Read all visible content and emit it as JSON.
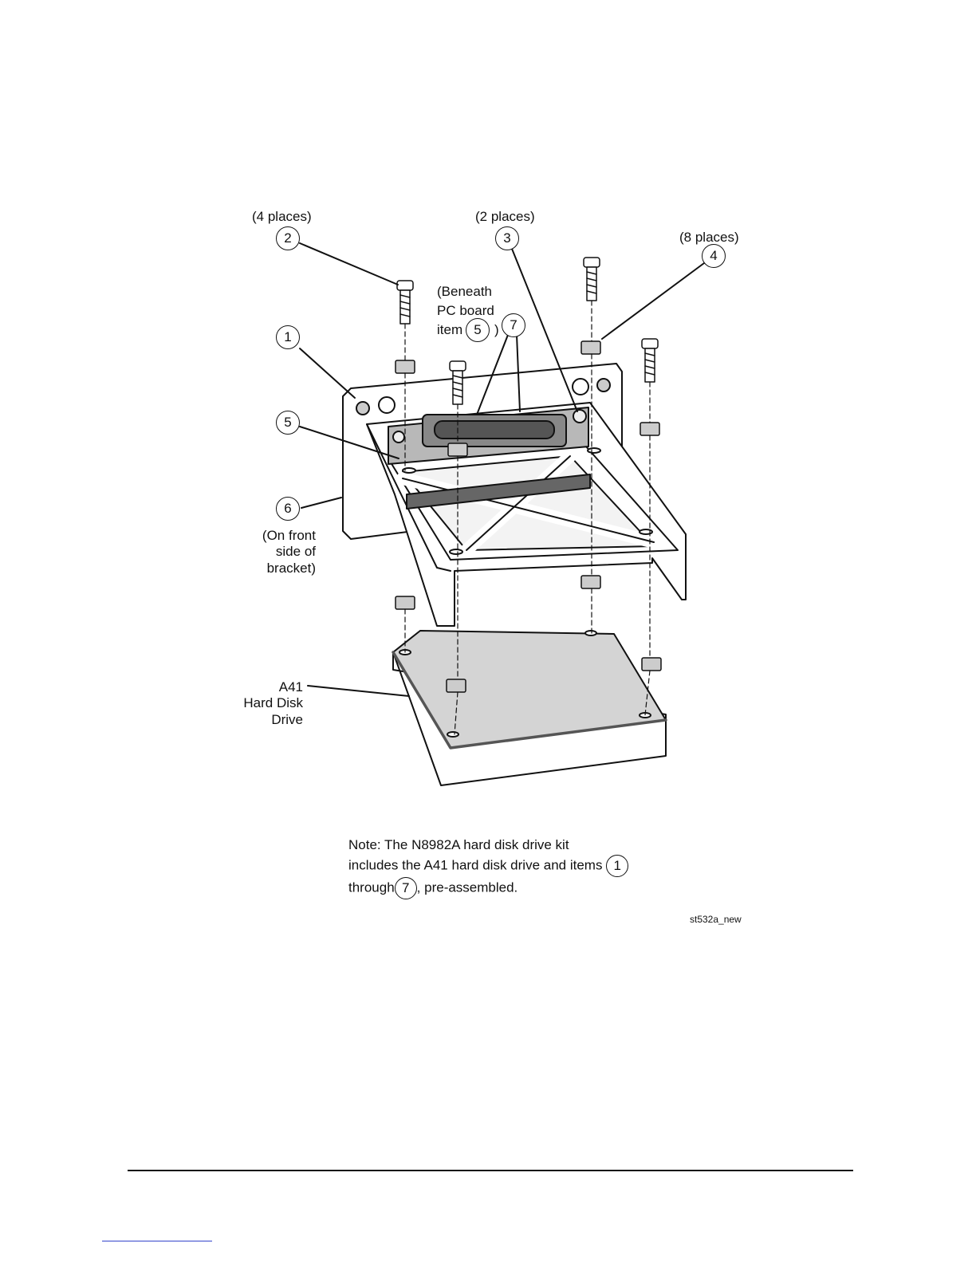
{
  "labels": {
    "places_4": "(4 places)",
    "places_2": "(2 places)",
    "places_8": "(8 places)",
    "beneath_1": "(Beneath",
    "beneath_2": "PC board",
    "beneath_3": "item",
    "beneath_close": ")",
    "front_1": "(On front",
    "front_2": "side of",
    "front_3": "bracket)",
    "drive_1": "A41",
    "drive_2": "Hard Disk",
    "drive_3": "Drive"
  },
  "callouts": {
    "c1": "1",
    "c2": "2",
    "c3": "3",
    "c4": "4",
    "c5": "5",
    "c6": "6",
    "c7": "7",
    "beneath_ref": "5"
  },
  "note": {
    "line1": "Note:  The N8982A hard disk drive kit",
    "line2": "includes the A41 hard disk drive and items",
    "line2_ref": "1",
    "line3_a": "through",
    "line3_ref": "7",
    "line3_b": ", pre-assembled."
  },
  "figure_id": "st532a_new"
}
